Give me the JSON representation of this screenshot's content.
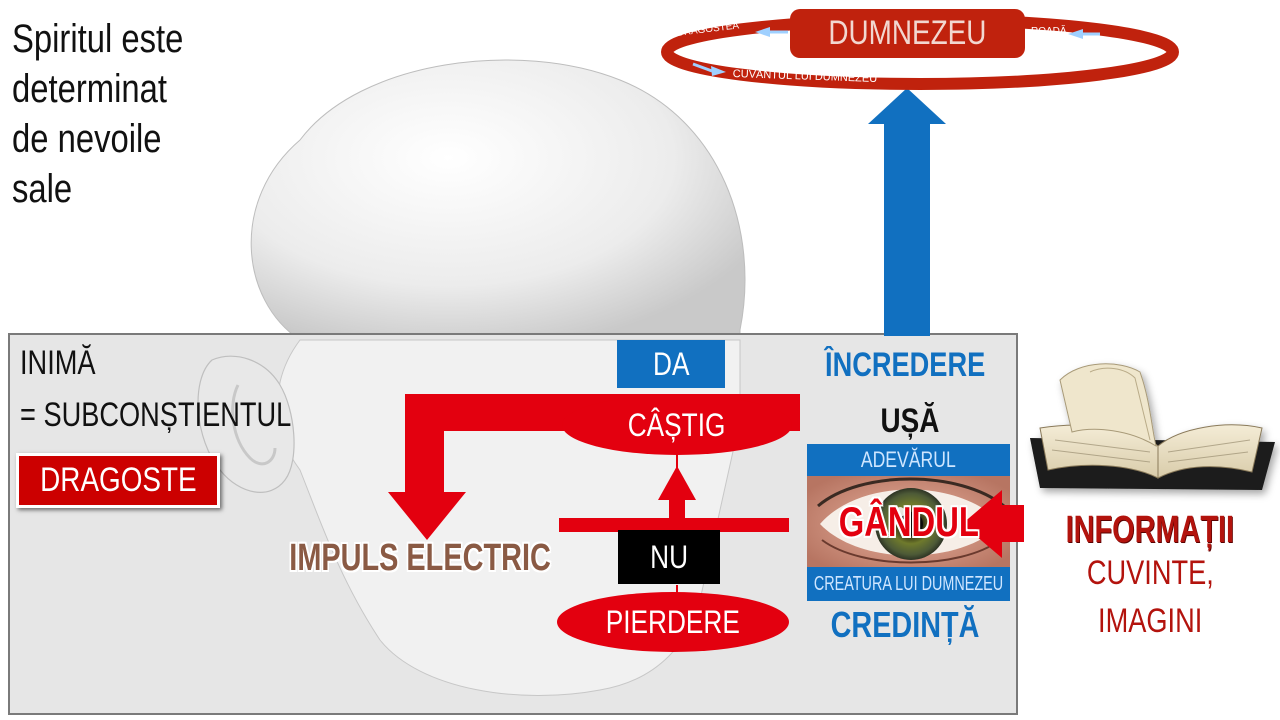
{
  "title_lines": [
    "Spiritul este",
    "determinat",
    "de nevoile",
    "sale"
  ],
  "heart": {
    "line1": "INIMĂ",
    "line2": "= SUBCONȘTIENTUL",
    "tag": "DRAGOSTE"
  },
  "god_ring": {
    "center": "DUMNEZEU",
    "left_label": "DRAGOSTEA",
    "right_label": "ROADĂ",
    "bottom_label": "CUVÂNTUL LUI DUMNEZEU"
  },
  "decision": {
    "yes": "DA",
    "gain": "CÂȘTIG",
    "no": "NU",
    "loss": "PIERDERE",
    "impulse": "IMPULS ELECTRIC"
  },
  "mind": {
    "trust": "ÎNCREDERE",
    "door": "UȘĂ",
    "truth": "ADEVĂRUL",
    "thought": "GÂNDUL",
    "creature": "CREATURA LUI DUMNEZEU",
    "faith": "CREDINȚĂ"
  },
  "input": {
    "heading": "INFORMAȚII",
    "line1": "CUVINTE,",
    "line2": "IMAGINI"
  },
  "colors": {
    "red": "#e3000f",
    "dark_red": "#c0220d",
    "blue": "#1170c0",
    "brown_text": "#8a5a44",
    "panel": "#e6e6e6"
  }
}
